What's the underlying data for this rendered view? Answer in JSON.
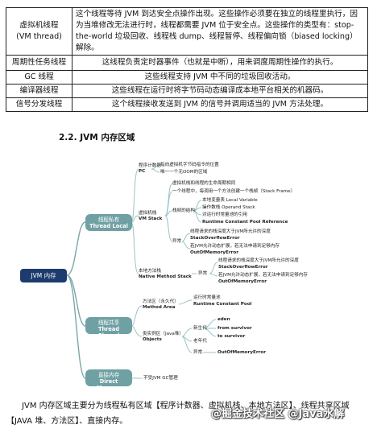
{
  "table": {
    "rows": [
      {
        "key": "虚拟机线程\n(VM thread)",
        "value": "这个线程等待 JVM 到达安全点操作出现。这些操作必须要在独立的线程里执行，因为当堆修改无法进行时，线程都需要 JVM 位于安全点。这些操作的类型有：stop-the-world 垃圾回收、线程栈 dump、线程暂停、线程偏向锁（biased locking）解除。"
      },
      {
        "key": "周期性任务线程",
        "value": "这线程负责定时器事件（也就是中断），用来调度周期性操作的执行。"
      },
      {
        "key": "GC 线程",
        "value": "这些线程支持 JVM 中不同的垃圾回收活动。"
      },
      {
        "key": "编译器线程",
        "value": "这些线程在运行时将字节码动态编译成本地平台相关的机器码。"
      },
      {
        "key": "信号分发线程",
        "value": "这个线程接收发送到 JVM 的信号并调用适当的 JVM 方法处理。"
      }
    ]
  },
  "section_title": "2.2. JVM 内存区域",
  "mindmap": {
    "root": "JVM 内存",
    "thread_local": {
      "title": "线程私有",
      "subtitle": "Thread Local",
      "pc": {
        "label": "程序计数器",
        "label_en": "PC",
        "items": [
          "指向虚拟机字节码指令的位置",
          "唯一一个无OOM的区域"
        ]
      },
      "vm_stack": {
        "label": "虚拟机栈",
        "label_en": "VM Stack",
        "desc1": "虚拟机栈和线程的生命周期相同",
        "desc2": "一个线程中，每调用一个方法创建一个栈帧（Stack Frame）",
        "frame_label": "栈帧的结构",
        "frame_items": [
          "本地变量表 Local Variable",
          "操作数栈 Operand Stack",
          "对运行时常量池的引用",
          "Runtime Constant Pool Reference"
        ],
        "ex_label": "异常",
        "ex_items": [
          "线程请求的栈深度大于JVM所允许的深度",
          "StackOverflowError",
          "若JVM允许动态扩展，若无法申请到足够内存",
          "OutOfMemoryError"
        ]
      },
      "native_stack": {
        "label": "本地方法栈",
        "label_en": "Native Method Stack",
        "ex_label": "异常",
        "ex_items": [
          "线程请求的栈深度大于JVM所允许的深度",
          "StackOverflowError",
          "若JVM允许动态扩展，若无法申请到足够内存",
          "OutOfMemoryError"
        ]
      }
    },
    "thread_shared": {
      "title": "线程共享",
      "subtitle": "Thread Shared",
      "method_area": {
        "label": "方法区（永久代）",
        "label_en": "Method Area",
        "items": [
          "运行时常量池",
          "Runtime Constant Pool"
        ]
      },
      "heap": {
        "label": "类实例区（Java堆）",
        "label_en": "Objects",
        "young": "新生代",
        "young_items": [
          "eden",
          "from survivor",
          "to survivor"
        ],
        "old": "老年代",
        "ex_label": "异常",
        "ex_item": "OutOfMemoryError"
      }
    },
    "direct": {
      "title": "直接内存",
      "subtitle": "Direct Memory",
      "item": "不受JVM GC管理"
    }
  },
  "footer_text": "JVM 内存区域主要分为线程私有区域【程序计数器、虚拟机栈、本地方法区】、线程共享区域【JAVA 堆、方法区】、直接内存。",
  "watermark": "@掘金技术社区 @Java水解"
}
